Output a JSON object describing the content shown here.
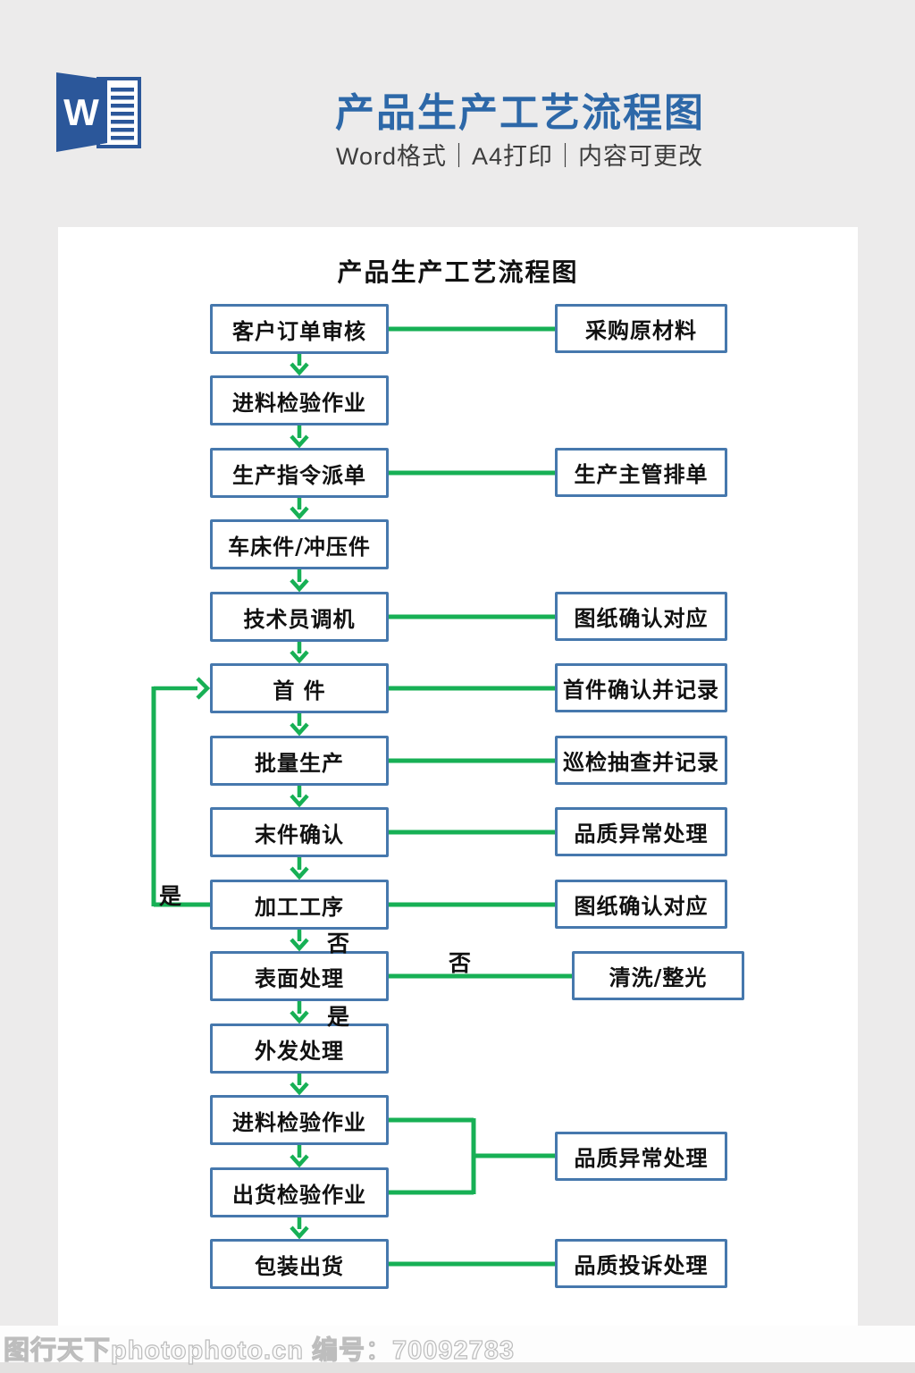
{
  "header": {
    "icon": "word-file-icon",
    "icon_letter": "W",
    "title": "产品生产工艺流程图",
    "subtitle": "Word格式｜A4打印｜内容可更改",
    "title_color": "#2d68a8"
  },
  "flowchart": {
    "title": "产品生产工艺流程图",
    "left_nodes": [
      {
        "id": "customer-order-review",
        "label": "客户订单审核"
      },
      {
        "id": "incoming-inspection",
        "label": "进料检验作业"
      },
      {
        "id": "production-order-dispatch",
        "label": "生产指令派单"
      },
      {
        "id": "lathe-stamping-parts",
        "label": "车床件/冲压件"
      },
      {
        "id": "technician-machine-setup",
        "label": "技术员调机"
      },
      {
        "id": "first-article",
        "label": "首  件"
      },
      {
        "id": "mass-production",
        "label": "批量生产"
      },
      {
        "id": "last-article-confirm",
        "label": "末件确认"
      },
      {
        "id": "processing-step",
        "label": "加工工序"
      },
      {
        "id": "surface-treatment",
        "label": "表面处理"
      },
      {
        "id": "outsourcing",
        "label": "外发处理"
      },
      {
        "id": "incoming-inspection-2",
        "label": "进料检验作业"
      },
      {
        "id": "outgoing-inspection",
        "label": "出货检验作业"
      },
      {
        "id": "packing-shipment",
        "label": "包装出货"
      }
    ],
    "right_nodes": [
      {
        "id": "purchase-raw-materials",
        "label": "采购原材料"
      },
      {
        "id": "supervisor-scheduling",
        "label": "生产主管排单"
      },
      {
        "id": "drawing-confirmation-1",
        "label": "图纸确认对应"
      },
      {
        "id": "first-article-record",
        "label": "首件确认并记录"
      },
      {
        "id": "patrol-inspection-record",
        "label": "巡检抽查并记录"
      },
      {
        "id": "quality-abnormality-1",
        "label": "品质异常处理"
      },
      {
        "id": "drawing-confirmation-2",
        "label": "图纸确认对应"
      },
      {
        "id": "cleaning-polishing",
        "label": "清洗/整光"
      },
      {
        "id": "quality-abnormality-2",
        "label": "品质异常处理"
      },
      {
        "id": "quality-complaint",
        "label": "品质投诉处理"
      }
    ],
    "branch_labels": [
      {
        "id": "loop-yes",
        "text": "是"
      },
      {
        "id": "surface-no",
        "text": "否"
      },
      {
        "id": "clean-no",
        "text": "否"
      },
      {
        "id": "outsource-yes",
        "text": "是"
      }
    ],
    "colors": {
      "box_border": "#4678ad",
      "connector_green": "#17b055",
      "text": "#111111"
    }
  },
  "footer": {
    "watermark": "图行天下photophoto.cn 编号：70092783"
  }
}
